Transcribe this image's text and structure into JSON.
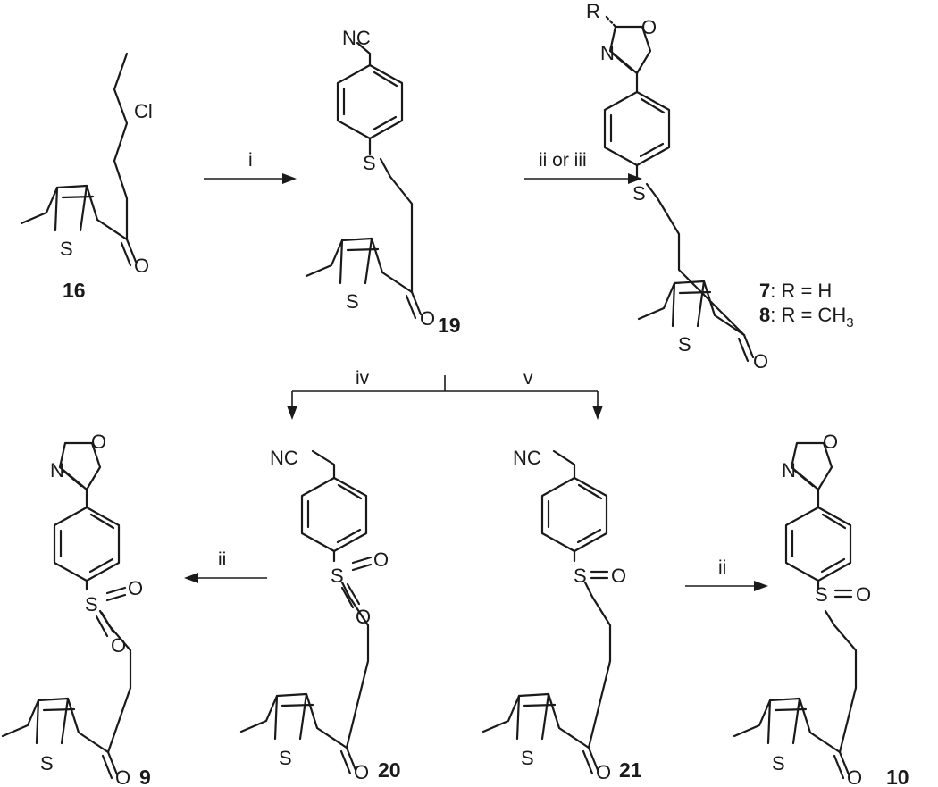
{
  "compounds": {
    "c16": "16",
    "c19": "19",
    "c20": "20",
    "c21": "21",
    "c9": "9",
    "c10": "10"
  },
  "legend": {
    "l7": {
      "num": "7",
      "text": ": R = H"
    },
    "l8": {
      "num": "8",
      "text": ": R = CH",
      "sub": "3"
    }
  },
  "reagents": {
    "i": "i",
    "ii_or_iii": "ii or iii",
    "iv": "iv",
    "v": "v",
    "ii_left": "ii",
    "ii_right": "ii"
  },
  "atoms": {
    "chlorine": "Cl",
    "nitrile": "NC",
    "sulfur": "S",
    "oxygen": "O",
    "nitrogen": "N",
    "r_group": "R"
  }
}
